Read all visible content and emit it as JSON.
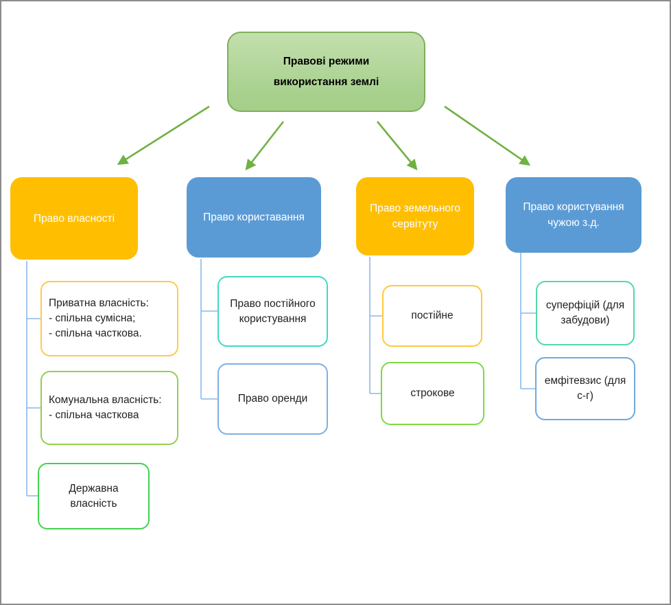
{
  "diagram": {
    "root": {
      "label": "Правові режими\nвикористання землі"
    },
    "branches": [
      {
        "label": "Право власності",
        "fill": "#ffbf00",
        "children": [
          {
            "label": "Приватна власність:\n- спільна сумісна;\n- спільна часткова.",
            "border_color": "#ffc94a"
          },
          {
            "label": "Комунальна власність:\n- спільна часткова",
            "border_color": "#92d050"
          },
          {
            "label": "Державна\nвласність",
            "border_color": "#3fd24f"
          }
        ]
      },
      {
        "label": "Право користавання",
        "fill": "#5b9bd5",
        "children": [
          {
            "label": "Право постійного\nкористування",
            "border_color": "#3fd9c4"
          },
          {
            "label": "Право оренди",
            "border_color": "#7fafe0"
          }
        ]
      },
      {
        "label": "Право земельного\nсервітуту",
        "fill": "#ffbf00",
        "children": [
          {
            "label": "постійне",
            "border_color": "#ffc83d"
          },
          {
            "label": "строкове",
            "border_color": "#7fd940"
          }
        ]
      },
      {
        "label": "Право користування\nчужою з.д.",
        "fill": "#5b9bd5",
        "children": [
          {
            "label": "суперфіцій (для\nзабудови)",
            "border_color": "#4fd9a4"
          },
          {
            "label": "емфітевзис (для\nс-г)",
            "border_color": "#6fa9dd"
          }
        ]
      }
    ]
  },
  "colors": {
    "arrow": "#6fb142",
    "connector": "#8ab9e9",
    "frame": "#8c8c8c",
    "canvas": "#ffffff",
    "root_border": "#7caf5a",
    "root_fill_top": "#c3dfad",
    "root_fill_bottom": "#a5cf8b",
    "node_text": "#1f1f1f",
    "branch_text": "#ffffff"
  }
}
